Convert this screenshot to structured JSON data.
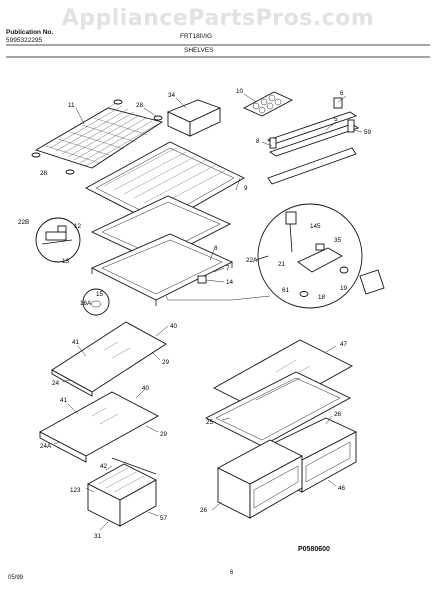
{
  "watermark": "AppliancePartsPros.com",
  "header": {
    "publication_label": "Publication No.",
    "publication_number": "5995322295",
    "model": "FRT18I\\/IG",
    "section": "SHELVES"
  },
  "footer": {
    "date": "05/99",
    "page_number": "6"
  },
  "diagram_code": "P0580600",
  "callouts": [
    "11",
    "28",
    "34",
    "10",
    "6",
    "5",
    "59",
    "8",
    "28",
    "9",
    "22B",
    "12",
    "13",
    "22A",
    "145",
    "35",
    "21",
    "7",
    "14",
    "15",
    "16A",
    "61",
    "18",
    "19",
    "8",
    "40",
    "41",
    "29",
    "24",
    "47",
    "40",
    "41",
    "29",
    "24A",
    "26",
    "25",
    "42",
    "123",
    "31",
    "57",
    "26",
    "46"
  ]
}
